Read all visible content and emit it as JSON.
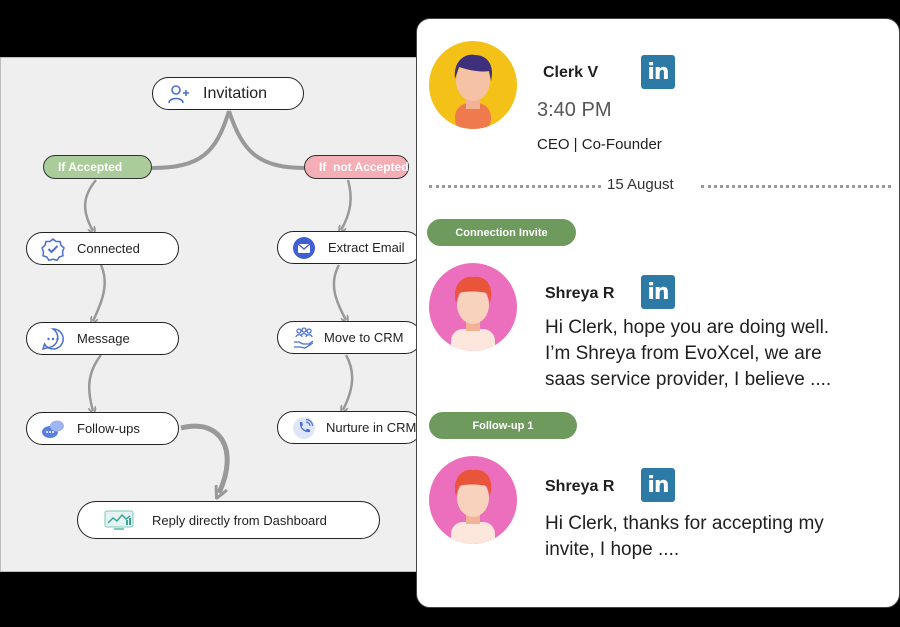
{
  "flow": {
    "invitation": "Invitation",
    "if_accepted": "If Accepted",
    "if_not_accepted": "If  not Accepted",
    "connected": "Connected",
    "message": "Message",
    "follow_ups": "Follow-ups",
    "extract_email": "Extract Email",
    "move_to_crm": "Move to CRM",
    "nurture_in_crm": "Nurture in CRM",
    "reply_dashboard": "Reply directly from Dashboard"
  },
  "chat": {
    "contact": {
      "name": "Clerk V",
      "time": "3:40 PM",
      "title": "CEO | Co-Founder"
    },
    "date_divider": "15 August",
    "messages": [
      {
        "badge": "Connection Invite",
        "sender": "Shreya R",
        "lines": [
          "Hi Clerk, hope you are doing well.",
          "I’m Shreya from EvoXcel, we are",
          "saas service provider, I believe ...."
        ]
      },
      {
        "badge": "Follow-up 1",
        "sender": "Shreya R",
        "lines": [
          "Hi Clerk, thanks for accepting my",
          "invite, I hope ...."
        ]
      }
    ],
    "linkedin_label": "in"
  },
  "colors": {
    "accepted_green": "#a9cc9a",
    "not_accepted_pink": "#f4aeb5",
    "badge_green": "#6e9a5d",
    "linkedin_blue": "#2c7aa5",
    "arrow_gray": "#999999"
  }
}
